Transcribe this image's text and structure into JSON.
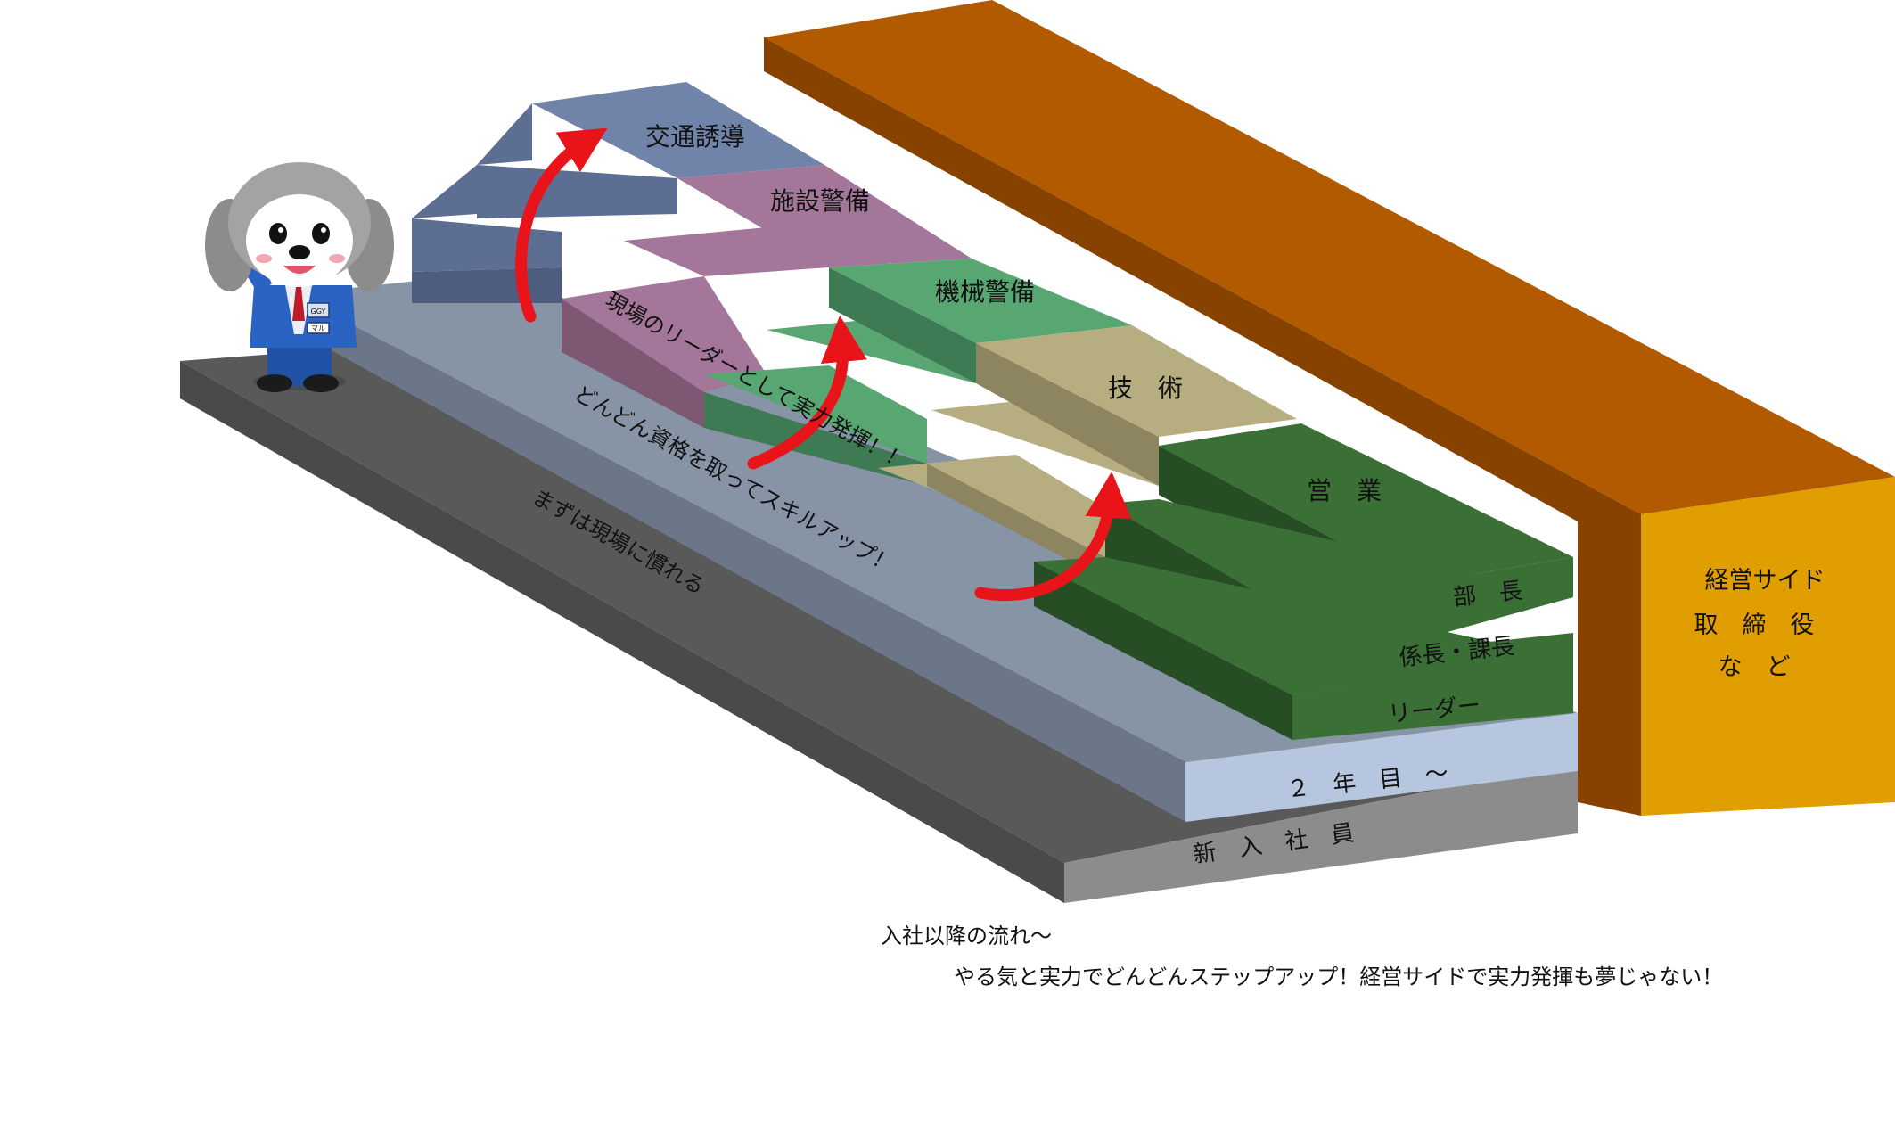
{
  "steps": {
    "new_hire": "新　入　社　員",
    "second_year": "２　年　目　～",
    "leader": "リーダー",
    "chief_manager": "係長・課長",
    "dept_head": "部　長"
  },
  "tracks": {
    "traffic": "交通誘導",
    "facility": "施設警備",
    "machine": "機械警備",
    "tech": "技　術",
    "sales": "営　業"
  },
  "management": {
    "line1": "経営サイド",
    "line2": "取　締　役",
    "line3": "な　ど"
  },
  "slogans": {
    "s1": "まずは現場に慣れる",
    "s2": "どんどん資格を取ってスキルアップ！",
    "s3": "現場のリーダーとして実力発揮！！"
  },
  "caption": {
    "line1": "入社以降の流れ～",
    "line2": "やる気と実力でどんどんステップアップ！経営サイドで実力発揮も夢じゃない！"
  },
  "mascot": {
    "badge": "GGY",
    "tag": "マル"
  },
  "colors": {
    "orange_front": "#e09e00",
    "orange_top": "#b15a00",
    "orange_side": "#874200",
    "gray_top": "#595959",
    "gray_front": "#8c8c8c",
    "blue_gray_top": "#8794a6",
    "blue_gray_front": "#b6c6de",
    "green_dark": "#3a6f36",
    "green_mid": "#58a773",
    "tan": "#b6ae80",
    "pink": "#a4779a",
    "blue": "#7083a9",
    "arrow": "#e8141a"
  }
}
